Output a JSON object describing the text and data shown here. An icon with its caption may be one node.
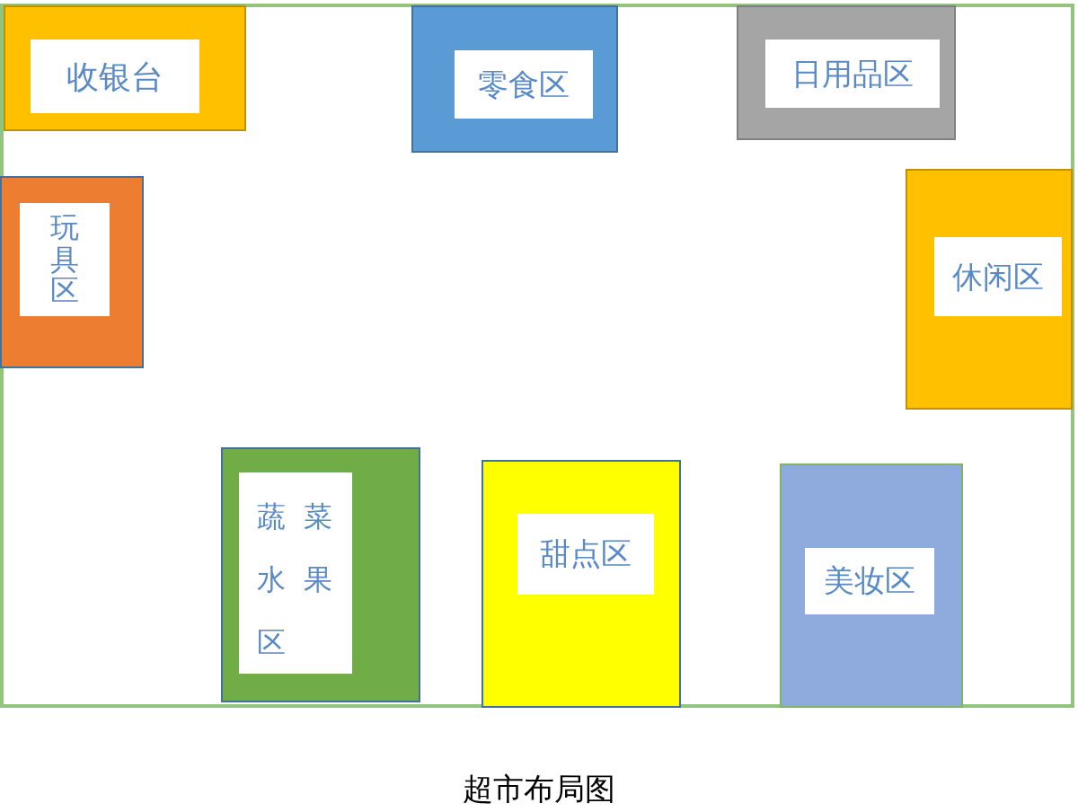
{
  "diagram": {
    "caption": "超市布局图",
    "nodes": [
      {
        "text": [],
        "shape": "box"
      },
      {
        "text": [
          "收银台"
        ],
        "in": 0
      },
      {
        "text": [
          "零食区"
        ],
        "in": 0
      },
      {
        "text": [
          "日用品区"
        ],
        "in": 0
      },
      {
        "text": [
          "玩具区"
        ],
        "in": 0
      },
      {
        "text": [
          "休闲区"
        ],
        "in": 0
      },
      {
        "text": [
          "蔬菜水果区"
        ],
        "in": 0
      },
      {
        "text": [
          "甜点区"
        ],
        "in": 0
      },
      {
        "text": [
          "美妆区"
        ],
        "in": 0
      }
    ]
  }
}
